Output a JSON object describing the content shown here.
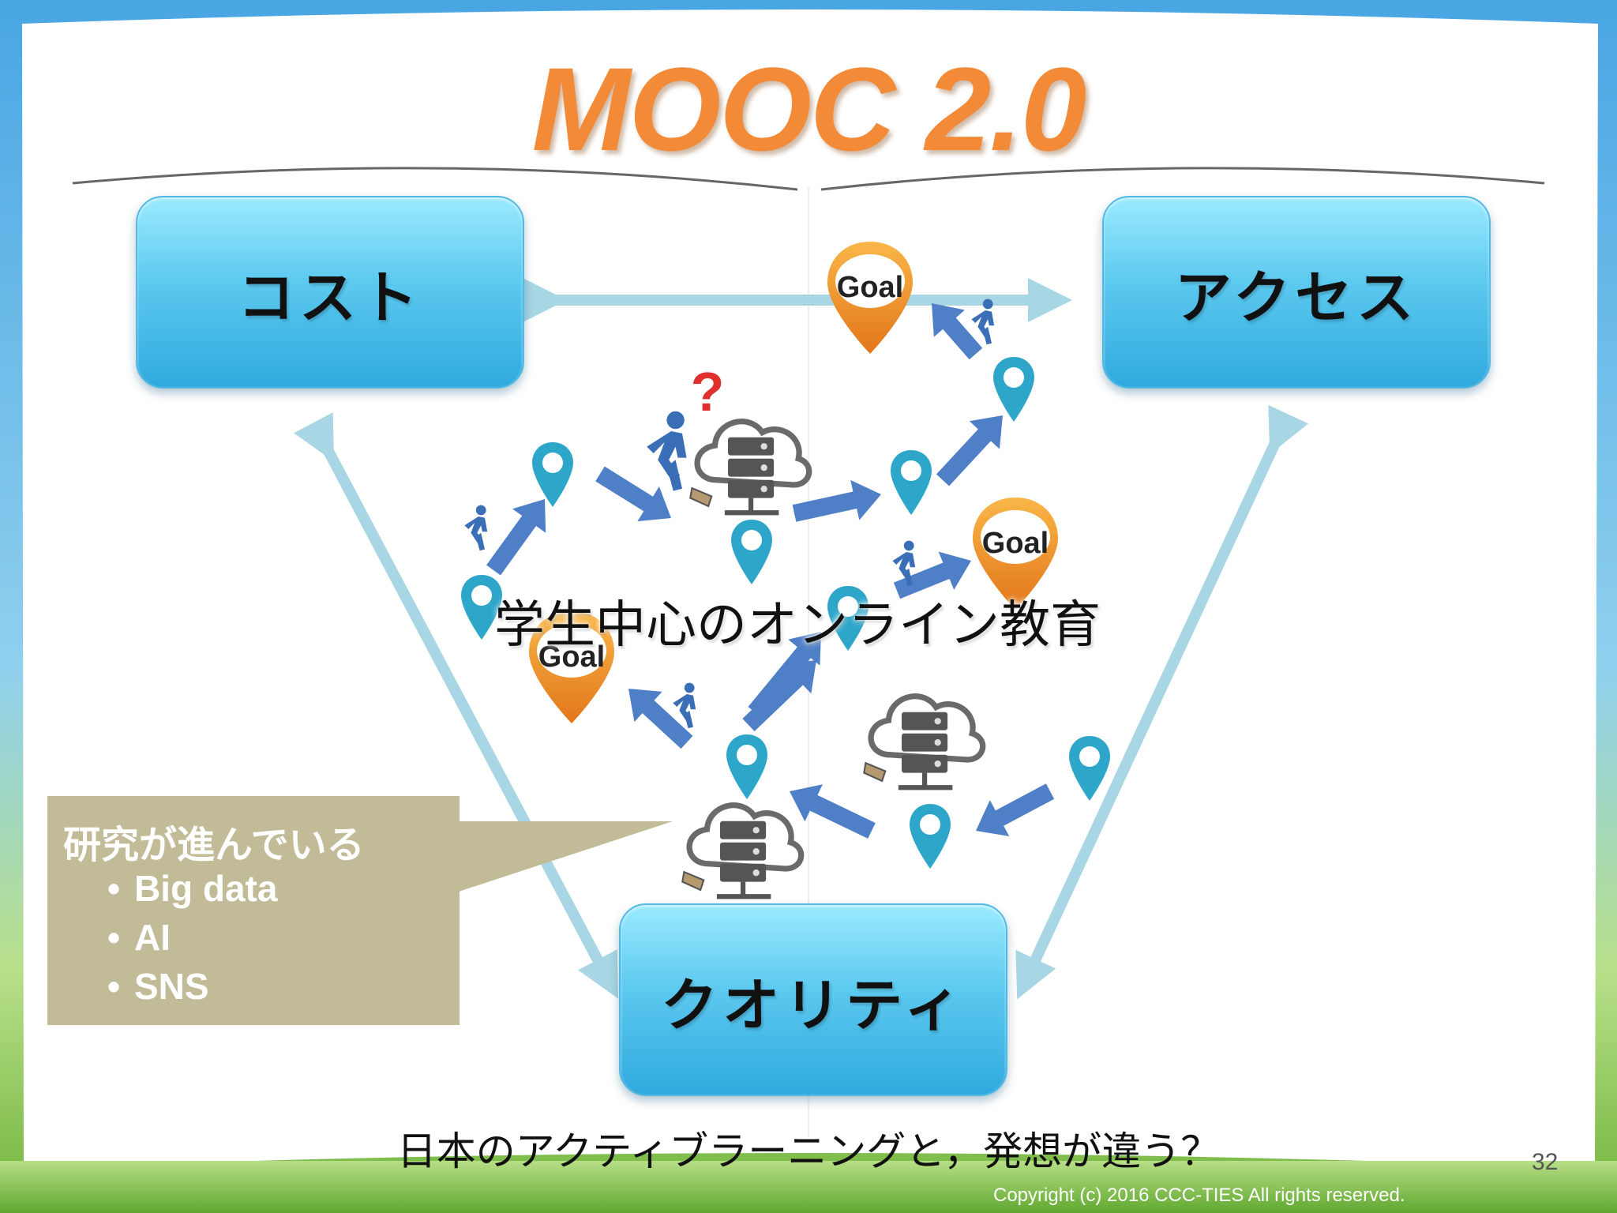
{
  "slide": {
    "title": "MOOC 2.0",
    "boxes": {
      "cost": "コスト",
      "access": "アクセス",
      "quality": "クオリティ"
    },
    "center_label": "学生中心のオンライン教育",
    "goal_label": "Goal",
    "question_mark": "?",
    "callout": {
      "heading": "研究が進んでいる",
      "bullet_symbol": "•",
      "items": [
        "Big data",
        "AI",
        "SNS"
      ]
    },
    "footer_note": "日本のアクティブラーニングと，発想が違う？",
    "page_number": "32",
    "copyright": "Copyright (c) 2016 CCC-TIES All rights reserved."
  },
  "colors": {
    "title": "#f28a38",
    "box_fill": "#5cc9ef",
    "light_arrow": "#a9d6e4",
    "path_arrow": "#4f7fc7",
    "pin_teal": "#2ea6c9",
    "goal_orange": "#f29a26",
    "callout": "#c2bb98",
    "frame_blue": "#6bb9e6",
    "frame_green": "#8bc34a"
  },
  "icons": [
    "goal-pin-icon",
    "location-pin-icon",
    "walking-person-icon",
    "cloud-server-icon",
    "question-mark-icon"
  ]
}
